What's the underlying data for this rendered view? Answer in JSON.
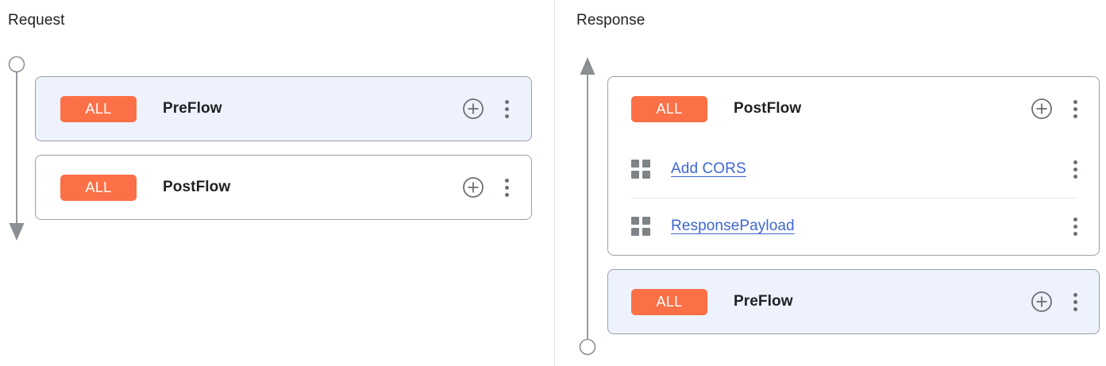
{
  "colors": {
    "badge_orange": "#fb7047",
    "link_blue": "#3f66d4",
    "selected_card_bg": "#edf2fc",
    "card_border": "#9aa0a6",
    "rail_gray": "#8b8f93",
    "divider_gray": "#e4e4e4",
    "text_primary": "#202124",
    "icon_gray": "#6b7075"
  },
  "icons": {
    "plus": "plus-circle-icon",
    "kebab": "more-vert-icon",
    "grid": "policy-grid-icon",
    "rail_start": "flow-start-circle-icon",
    "rail_end": "flow-end-arrow-icon"
  },
  "request": {
    "title": "Request",
    "rail": {
      "start": "circle",
      "end": "arrow-down"
    },
    "cards": [
      {
        "selected": true,
        "badge": "ALL",
        "name": "PreFlow",
        "add_label": "Add policy",
        "menu_label": "More options",
        "policies": []
      },
      {
        "selected": false,
        "badge": "ALL",
        "name": "PostFlow",
        "add_label": "Add policy",
        "menu_label": "More options",
        "policies": []
      }
    ]
  },
  "response": {
    "title": "Response",
    "rail": {
      "start": "arrow-up",
      "end": "circle"
    },
    "cards": [
      {
        "selected": false,
        "badge": "ALL",
        "name": "PostFlow",
        "add_label": "Add policy",
        "menu_label": "More options",
        "policies": [
          {
            "name": "Add CORS",
            "menu_label": "More options"
          },
          {
            "name": "ResponsePayload",
            "menu_label": "More options"
          }
        ]
      },
      {
        "selected": true,
        "badge": "ALL",
        "name": "PreFlow",
        "add_label": "Add policy",
        "menu_label": "More options",
        "policies": []
      }
    ]
  }
}
